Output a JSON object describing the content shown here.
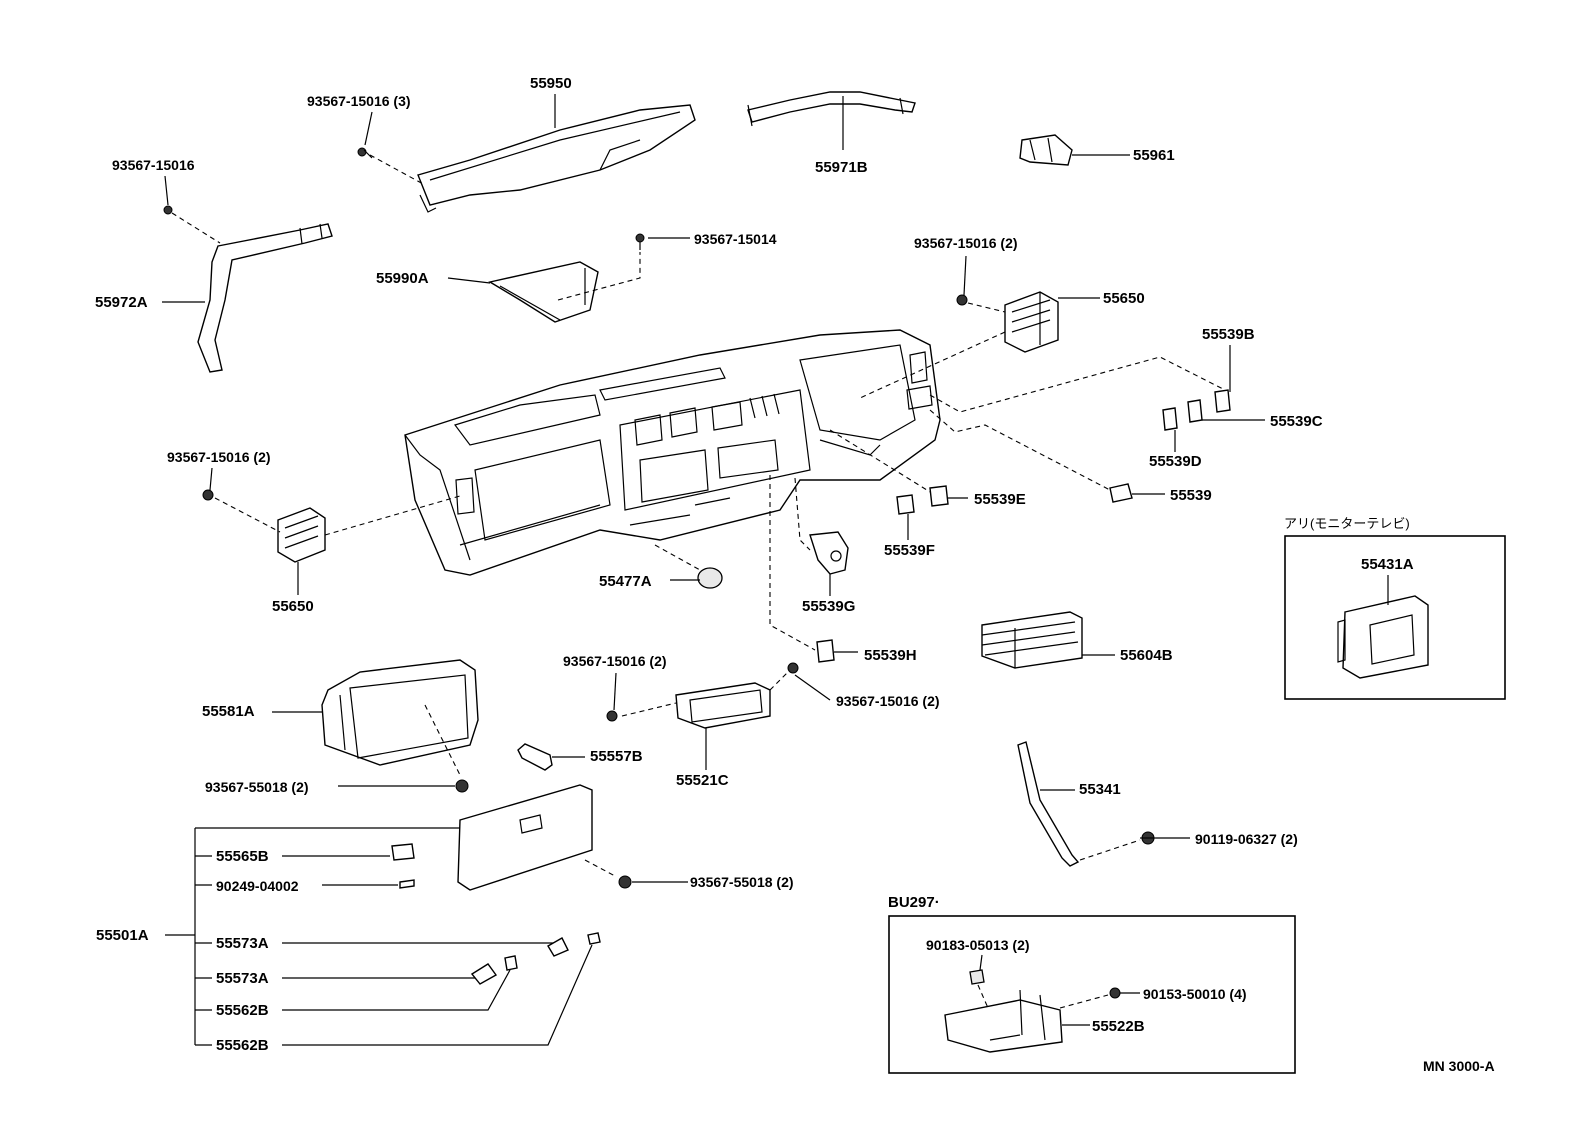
{
  "labels": {
    "p55950": "55950",
    "p93567_15016_3": "93567-15016 (3)",
    "p55971B": "55971B",
    "p55961": "55961",
    "p93567_15016_top": "93567-15016",
    "p93567_15014": "93567-15014",
    "p93567_15016_2_right": "93567-15016 (2)",
    "p55650_right": "55650",
    "p55972A": "55972A",
    "p55990A": "55990A",
    "p55539B": "55539B",
    "p55539C": "55539C",
    "p55539D": "55539D",
    "p93567_15016_2_left": "93567-15016 (2)",
    "p55539E": "55539E",
    "p55539": "55539",
    "p55539F": "55539F",
    "p55477A": "55477A",
    "p55539G": "55539G",
    "p55650_left": "55650",
    "p55539H": "55539H",
    "p93567_15016_2_mid": "93567-15016 (2)",
    "p55604B": "55604B",
    "p55581A": "55581A",
    "p93567_15016_2_midright": "93567-15016 (2)",
    "p55557B": "55557B",
    "p55521C": "55521C",
    "p93567_55018_2_a": "93567-55018 (2)",
    "p55341": "55341",
    "p90119_06327": "90119-06327 (2)",
    "p55565B": "55565B",
    "p90249_04002": "90249-04002",
    "p93567_55018_2_b": "93567-55018 (2)",
    "p55501A": "55501A",
    "p55573A_1": "55573A",
    "p55573A_2": "55573A",
    "p55562B_1": "55562B",
    "p55562B_2": "55562B",
    "p55431A": "55431A",
    "p90183_05013": "90183-05013 (2)",
    "p90153_50010": "90153-50010 (4)",
    "p55522B": "55522B"
  },
  "insets": {
    "monitor_tv_note": "アリ(モニターテレビ)",
    "bu297_note": "BU297·"
  },
  "footer": {
    "drawing_code": "MN 3000-A"
  }
}
